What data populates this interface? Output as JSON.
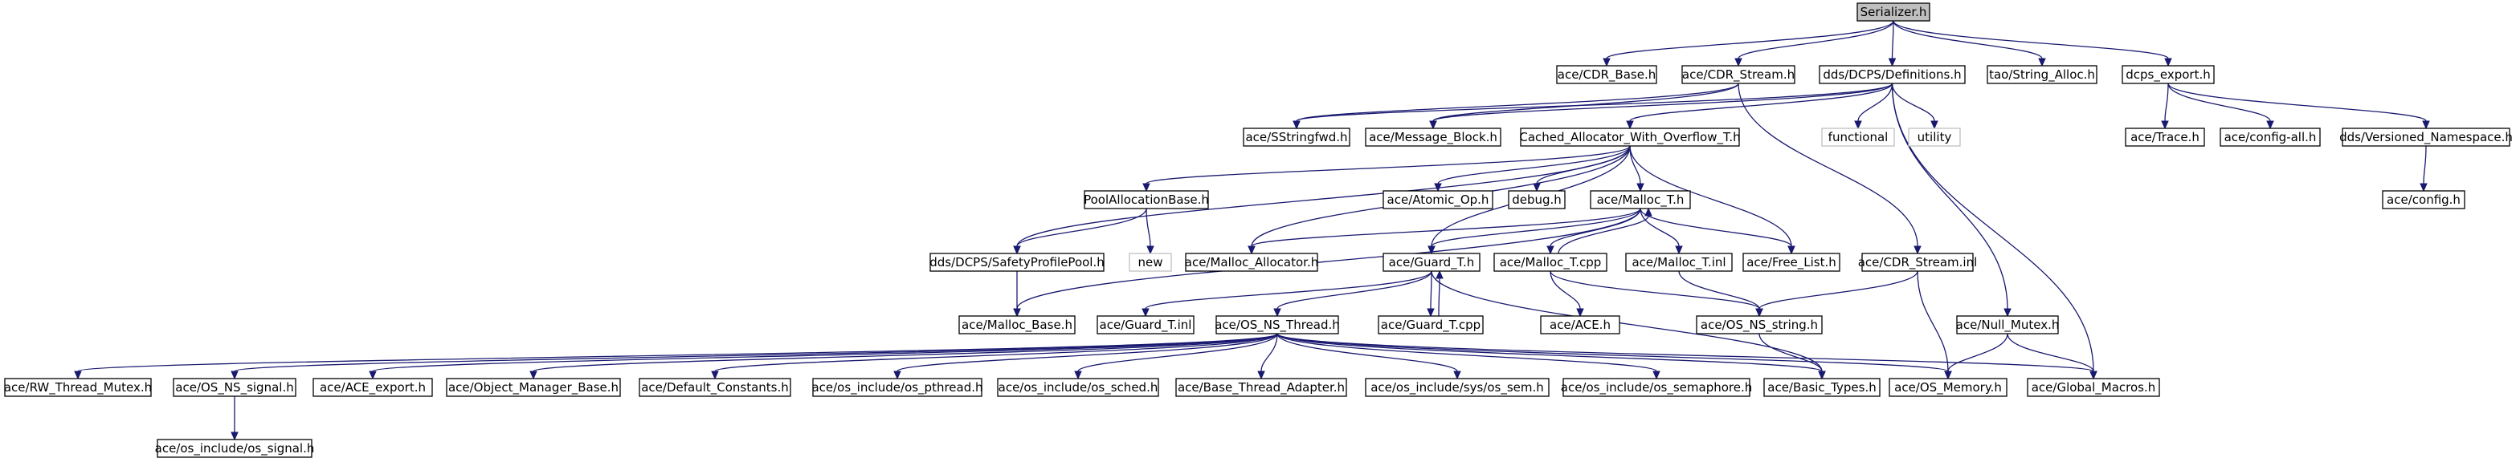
{
  "diagram": {
    "root": "Serializer.h",
    "colors": {
      "edge": "#191970",
      "root_fill": "#bfbfbf",
      "missing_border": "#bfbfbf",
      "node_border": "#000000"
    },
    "nodes": {
      "serializer": "Serializer.h",
      "cdr_base": "ace/CDR_Base.h",
      "cdr_stream": "ace/CDR_Stream.h",
      "definitions": "dds/DCPS/Definitions.h",
      "string_alloc": "tao/String_Alloc.h",
      "dcps_export": "dcps_export.h",
      "sstringfwd": "ace/SStringfwd.h",
      "message_block": "ace/Message_Block.h",
      "cached_alloc": "Cached_Allocator_With_Overflow_T.h",
      "functional": "functional",
      "utility": "utility",
      "trace": "ace/Trace.h",
      "config_all": "ace/config-all.h",
      "versioned_ns": "dds/Versioned_Namespace.h",
      "config": "ace/config.h",
      "pool_alloc_base": "PoolAllocationBase.h",
      "atomic_op": "ace/Atomic_Op.h",
      "debug": "debug.h",
      "malloc_t_h": "ace/Malloc_T.h",
      "new": "new",
      "safety_profile_pool": "dds/DCPS/SafetyProfilePool.h",
      "malloc_allocator": "ace/Malloc_Allocator.h",
      "guard_t_h": "ace/Guard_T.h",
      "malloc_t_cpp": "ace/Malloc_T.cpp",
      "malloc_t_inl": "ace/Malloc_T.inl",
      "free_list": "ace/Free_List.h",
      "cdr_stream_inl": "ace/CDR_Stream.inl",
      "null_mutex": "ace/Null_Mutex.h",
      "malloc_base": "ace/Malloc_Base.h",
      "guard_t_inl": "ace/Guard_T.inl",
      "os_ns_thread": "ace/OS_NS_Thread.h",
      "guard_t_cpp": "ace/Guard_T.cpp",
      "ace_h": "ace/ACE.h",
      "os_ns_string": "ace/OS_NS_string.h",
      "rw_thread_mutex": "ace/RW_Thread_Mutex.h",
      "os_ns_signal": "ace/OS_NS_signal.h",
      "ace_export": "ace/ACE_export.h",
      "object_manager_base": "ace/Object_Manager_Base.h",
      "default_constants": "ace/Default_Constants.h",
      "os_pthread": "ace/os_include/os_pthread.h",
      "os_sched": "ace/os_include/os_sched.h",
      "base_thread_adapter": "ace/Base_Thread_Adapter.h",
      "sys_os_sem": "ace/os_include/sys/os_sem.h",
      "os_semaphore": "ace/os_include/os_semaphore.h",
      "basic_types": "ace/Basic_Types.h",
      "os_memory": "ace/OS_Memory.h",
      "global_macros": "ace/Global_Macros.h",
      "os_signal": "ace/os_include/os_signal.h"
    },
    "missing_nodes": [
      "functional",
      "utility",
      "new",
      "config"
    ],
    "edges": [
      [
        "serializer",
        "cdr_base"
      ],
      [
        "serializer",
        "cdr_stream"
      ],
      [
        "serializer",
        "definitions"
      ],
      [
        "serializer",
        "string_alloc"
      ],
      [
        "serializer",
        "dcps_export"
      ],
      [
        "cdr_stream",
        "sstringfwd"
      ],
      [
        "cdr_stream",
        "message_block"
      ],
      [
        "cdr_stream",
        "cdr_stream_inl"
      ],
      [
        "definitions",
        "message_block"
      ],
      [
        "definitions",
        "sstringfwd"
      ],
      [
        "definitions",
        "cached_alloc"
      ],
      [
        "definitions",
        "functional"
      ],
      [
        "definitions",
        "utility"
      ],
      [
        "definitions",
        "null_mutex"
      ],
      [
        "definitions",
        "global_macros"
      ],
      [
        "dcps_export",
        "trace"
      ],
      [
        "dcps_export",
        "config_all"
      ],
      [
        "dcps_export",
        "versioned_ns"
      ],
      [
        "versioned_ns",
        "config"
      ],
      [
        "cached_alloc",
        "pool_alloc_base"
      ],
      [
        "cached_alloc",
        "safety_profile_pool"
      ],
      [
        "cached_alloc",
        "atomic_op"
      ],
      [
        "cached_alloc",
        "debug"
      ],
      [
        "cached_alloc",
        "malloc_t_h"
      ],
      [
        "cached_alloc",
        "malloc_allocator"
      ],
      [
        "cached_alloc",
        "guard_t_h"
      ],
      [
        "cached_alloc",
        "free_list"
      ],
      [
        "pool_alloc_base",
        "new"
      ],
      [
        "pool_alloc_base",
        "safety_profile_pool"
      ],
      [
        "safety_profile_pool",
        "malloc_base"
      ],
      [
        "malloc_t_h",
        "malloc_allocator"
      ],
      [
        "malloc_t_h",
        "guard_t_h"
      ],
      [
        "malloc_t_h",
        "malloc_t_cpp"
      ],
      [
        "malloc_t_h",
        "malloc_t_inl"
      ],
      [
        "malloc_t_h",
        "free_list"
      ],
      [
        "malloc_t_h",
        "malloc_base"
      ],
      [
        "malloc_t_cpp",
        "malloc_t_h"
      ],
      [
        "malloc_t_cpp",
        "ace_h"
      ],
      [
        "malloc_t_cpp",
        "os_ns_string"
      ],
      [
        "malloc_t_inl",
        "os_ns_string"
      ],
      [
        "guard_t_h",
        "guard_t_inl"
      ],
      [
        "guard_t_h",
        "os_ns_thread"
      ],
      [
        "guard_t_h",
        "guard_t_cpp"
      ],
      [
        "guard_t_h",
        "basic_types"
      ],
      [
        "guard_t_cpp",
        "guard_t_h"
      ],
      [
        "cdr_stream_inl",
        "os_ns_string"
      ],
      [
        "cdr_stream_inl",
        "os_memory"
      ],
      [
        "null_mutex",
        "os_memory"
      ],
      [
        "null_mutex",
        "global_macros"
      ],
      [
        "os_ns_string",
        "basic_types"
      ],
      [
        "os_ns_thread",
        "rw_thread_mutex"
      ],
      [
        "os_ns_thread",
        "os_ns_signal"
      ],
      [
        "os_ns_thread",
        "ace_export"
      ],
      [
        "os_ns_thread",
        "object_manager_base"
      ],
      [
        "os_ns_thread",
        "default_constants"
      ],
      [
        "os_ns_thread",
        "os_pthread"
      ],
      [
        "os_ns_thread",
        "os_sched"
      ],
      [
        "os_ns_thread",
        "base_thread_adapter"
      ],
      [
        "os_ns_thread",
        "sys_os_sem"
      ],
      [
        "os_ns_thread",
        "os_semaphore"
      ],
      [
        "os_ns_thread",
        "basic_types"
      ],
      [
        "os_ns_thread",
        "os_memory"
      ],
      [
        "os_ns_thread",
        "global_macros"
      ],
      [
        "os_ns_signal",
        "os_signal"
      ]
    ]
  }
}
